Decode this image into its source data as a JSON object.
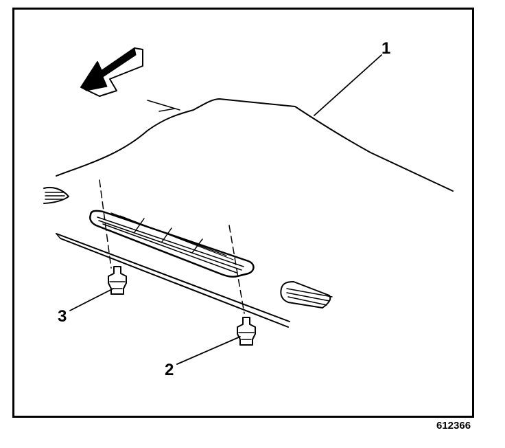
{
  "figure": {
    "callouts": {
      "roof_panel": "1",
      "lower_clip": "2",
      "upper_clip": "3"
    },
    "figure_id": "612366"
  }
}
